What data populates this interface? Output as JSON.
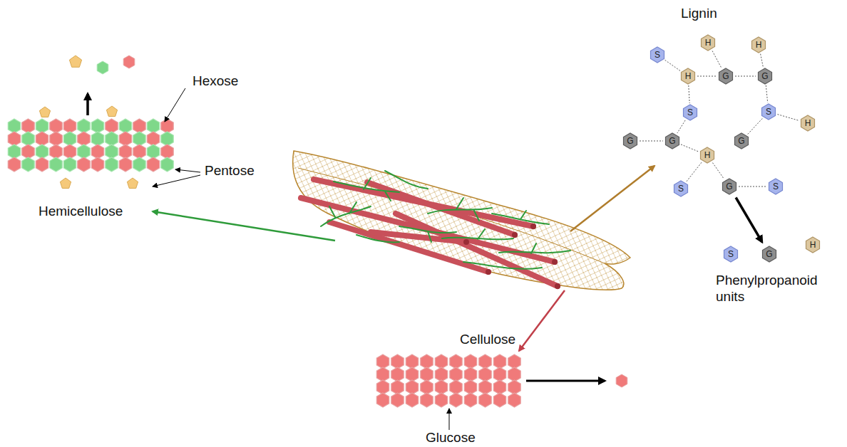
{
  "diagram": {
    "nodes": [
      {
        "text": [
          "S"
        ]
      },
      {
        "text": [
          "H"
        ]
      },
      {
        "text": [
          "H"
        ]
      },
      {
        "text": [
          "H"
        ]
      },
      {
        "text": [
          "G"
        ]
      },
      {
        "text": [
          "G"
        ]
      },
      {
        "text": [
          "S"
        ]
      },
      {
        "text": [
          "S"
        ]
      },
      {
        "text": [
          "H"
        ]
      },
      {
        "text": [
          "G"
        ]
      },
      {
        "text": [
          "G"
        ]
      },
      {
        "text": [
          "G"
        ]
      },
      {
        "text": [
          "H"
        ]
      },
      {
        "text": [
          "S"
        ]
      },
      {
        "text": [
          "G"
        ]
      },
      {
        "text": [
          "S"
        ]
      },
      {
        "text": [
          "S"
        ]
      },
      {
        "text": [
          "G"
        ]
      },
      {
        "text": [
          "H"
        ]
      }
    ],
    "edges": [
      {
        "from": 0,
        "to": 3,
        "arrow": "none"
      },
      {
        "from": 1,
        "to": 4,
        "arrow": "none"
      },
      {
        "from": 2,
        "to": 5,
        "arrow": "none"
      },
      {
        "from": 3,
        "to": 4,
        "arrow": "none"
      },
      {
        "from": 4,
        "to": 5,
        "arrow": "none"
      },
      {
        "from": 3,
        "to": 6,
        "arrow": "none"
      },
      {
        "from": 5,
        "to": 7,
        "arrow": "none"
      },
      {
        "from": 7,
        "to": 8,
        "arrow": "none"
      },
      {
        "from": 7,
        "to": 11,
        "arrow": "none"
      },
      {
        "from": 6,
        "to": 10,
        "arrow": "none"
      },
      {
        "from": 9,
        "to": 10,
        "arrow": "none"
      },
      {
        "from": 10,
        "to": 12,
        "arrow": "none"
      },
      {
        "from": 12,
        "to": 13,
        "arrow": "none"
      },
      {
        "from": 12,
        "to": 14,
        "arrow": "none"
      },
      {
        "from": 14,
        "to": 15,
        "arrow": "none"
      },
      {
        "from": 14,
        "to": 17,
        "arrow": "to"
      }
    ],
    "labels": [
      "Hexose",
      "Pentose",
      "Hemicellulose",
      "Lignin",
      "Phenylpropanoid units",
      "Cellulose",
      "Glucose"
    ]
  }
}
